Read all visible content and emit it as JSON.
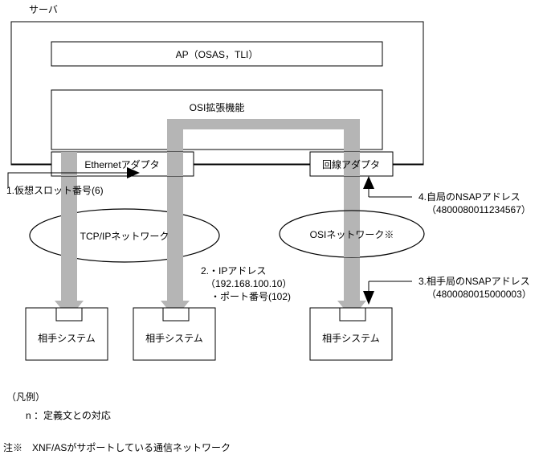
{
  "diagram": {
    "caption_top": "サーバ",
    "server_box": {
      "label": "サーバ"
    },
    "layers": [
      {
        "id": "ap",
        "label": "AP（OSAS，TLI）"
      },
      {
        "id": "osi_ext",
        "label": "OSI拡張機能"
      }
    ],
    "adapters": [
      {
        "id": "ethernet",
        "label": "Ethernetアダプタ"
      },
      {
        "id": "line",
        "label": "回線アダプタ"
      }
    ],
    "networks": [
      {
        "id": "tcpip",
        "label": "TCP/IPネットワーク"
      },
      {
        "id": "osi",
        "label": "OSIネットワーク※"
      }
    ],
    "peer_systems": [
      {
        "id": "peer1",
        "label": "相手システム"
      },
      {
        "id": "peer2",
        "label": "相手システム"
      },
      {
        "id": "peer3",
        "label": "相手システム"
      }
    ],
    "annotations": [
      {
        "id": "anno-1",
        "number": "1.",
        "lines": [
          "1.仮想スロット番号(6)"
        ]
      },
      {
        "id": "anno-2",
        "number": "2.",
        "lines": [
          "2.・IPアドレス",
          "　（192.168.100.10）",
          "　・ポート番号(102)"
        ]
      },
      {
        "id": "anno-3",
        "number": "3.",
        "lines": [
          "3.相手局のNSAPアドレス",
          "（4800080015000003）"
        ]
      },
      {
        "id": "anno-4",
        "number": "4.",
        "lines": [
          "4.自局のNSAPアドレス",
          "（4800080011234567）"
        ]
      }
    ],
    "legend": {
      "title": "（凡例）",
      "entry": "n ：定義文との対応"
    },
    "footnote": "注※　XNF/ASがサポートしている通信ネットワーク",
    "colors": {
      "arrow_gray": "#b5b5b5",
      "line_black": "#000000",
      "background": "#ffffff"
    }
  }
}
